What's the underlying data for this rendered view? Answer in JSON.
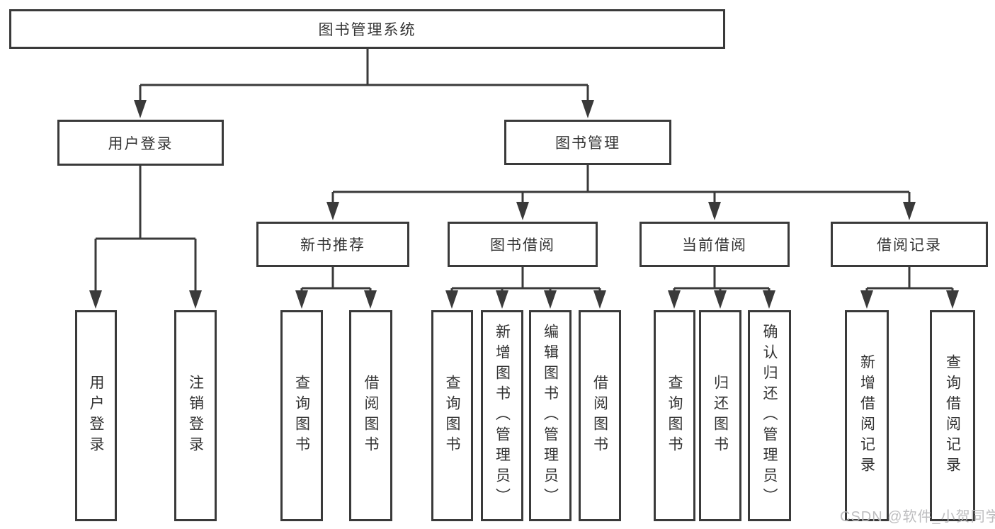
{
  "root": "图书管理系统",
  "level2": {
    "user_login": "用户登录",
    "book_management": "图书管理"
  },
  "level3": {
    "new_book_recommend": "新书推荐",
    "book_borrow": "图书借阅",
    "current_borrow": "当前借阅",
    "borrow_records": "借阅记录"
  },
  "leaves": {
    "user_login": [
      "用户登录",
      "注销登录"
    ],
    "new_book_recommend": [
      "查询图书",
      "借阅图书"
    ],
    "book_borrow": [
      "查询图书",
      "新增图书（管理员）",
      "编辑图书（管理员）",
      "借阅图书"
    ],
    "current_borrow": [
      "查询图书",
      "归还图书",
      "确认归还（管理员）"
    ],
    "borrow_records": [
      "新增借阅记录",
      "查询借阅记录"
    ]
  },
  "watermark": "CSDN @软件_小贺同学",
  "colors": {
    "line": "#3a3a3a",
    "box_border": "#3a3a3a",
    "text": "#333333",
    "background": "#ffffff",
    "watermark": "#b9b9bc"
  }
}
